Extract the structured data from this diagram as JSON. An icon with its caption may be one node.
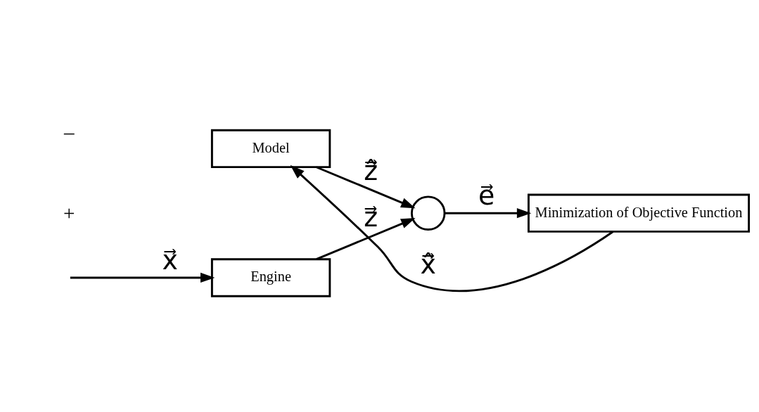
{
  "diagram": {
    "nodes": [
      {
        "text": [
          "Engine"
        ]
      },
      {
        "text": [
          "Model"
        ]
      },
      {
        "text": [],
        "shape": "circle"
      },
      {
        "text": [
          "Minimization of Objective Function"
        ]
      }
    ],
    "edges": [
      {
        "from": null,
        "to": 0,
        "arrow": "to",
        "label": "x⃗"
      },
      {
        "from": 0,
        "to": 2,
        "arrow": "to",
        "label": "z⃗"
      },
      {
        "from": 1,
        "to": 2,
        "arrow": "to",
        "label": "ẑ⃗"
      },
      {
        "from": 2,
        "to": 3,
        "arrow": "to",
        "label": "e⃗"
      },
      {
        "from": 3,
        "to": 1,
        "arrow": "to",
        "label": "x̂⃗"
      }
    ],
    "labels": [
      "+",
      "–"
    ]
  }
}
